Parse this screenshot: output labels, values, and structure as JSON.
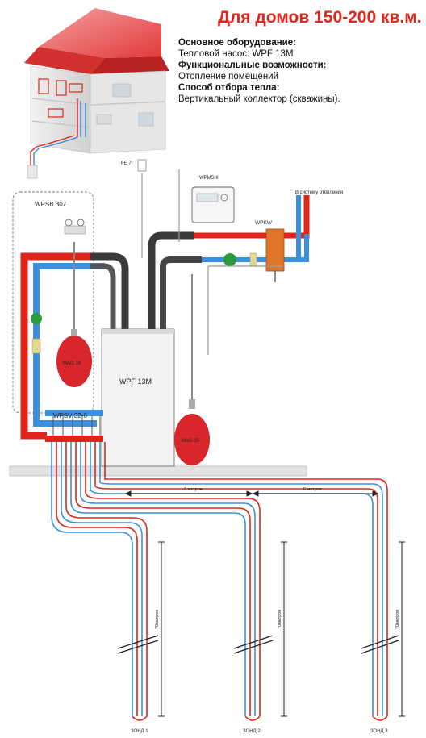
{
  "header": {
    "title": "Для домов 150-200 кв.м.",
    "equipment_heading": "Основное оборудование:",
    "equipment_value": "Тепловой насос: WPF 13M",
    "function_heading": "Функциональные возможности:",
    "function_value": "Отопление помещений",
    "method_heading": "Способ отбора тепла:",
    "method_value": "Вертикальный коллектор (скважины)."
  },
  "labels": {
    "fe7": "FE 7",
    "wpms": "WPMS II",
    "heating_system": "В систему отопления",
    "wpkw": "WPKW",
    "wpsb": "WPSB 307",
    "mag18": "MAG 18",
    "wpf": "WPF 13M",
    "mag25": "MAG 25",
    "wpsv": "WPSV 32-6",
    "spacing_1": "6 метров",
    "spacing_2": "6 метров",
    "depth_1": "70метров",
    "depth_2": "70метров",
    "depth_3": "70метров",
    "probe_1": "ЗОНД 1",
    "probe_2": "ЗОНД 2",
    "probe_3": "ЗОНД 3"
  },
  "colors": {
    "hot": "#e0251b",
    "cold": "#3a8fe0",
    "dark_pipe": "#3a3a3a",
    "tank": "#d8262a",
    "pump": "#2a9a3a",
    "ground": "#e2e2e2"
  }
}
